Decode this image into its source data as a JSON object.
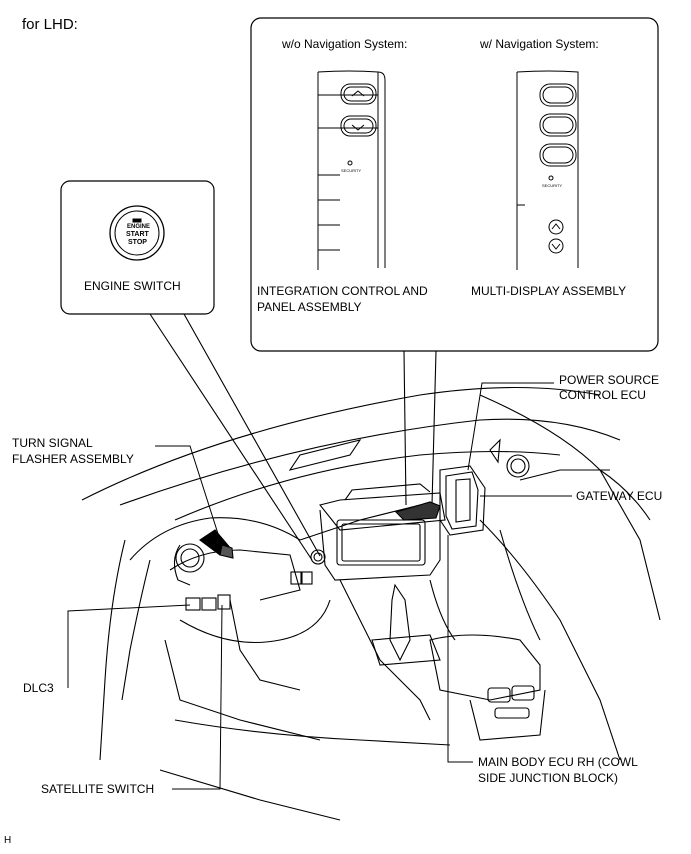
{
  "page_heading": "for LHD:",
  "callout_nav": {
    "without_nav_heading": "w/o Navigation System:",
    "with_nav_heading": "w/ Navigation System:",
    "left_label_line1": "INTEGRATION CONTROL AND",
    "left_label_line2": "PANEL ASSEMBLY",
    "right_label": "MULTI-DISPLAY ASSEMBLY",
    "security_text": "SECURITY"
  },
  "callout_engine": {
    "button_line1": "ENGINE",
    "button_line2": "START",
    "button_line3": "STOP",
    "label": "ENGINE SWITCH"
  },
  "labels": {
    "power_source_line1": "POWER SOURCE",
    "power_source_line2": "CONTROL ECU",
    "gateway_ecu": "GATEWAY ECU",
    "turn_signal_line1": "TURN SIGNAL",
    "turn_signal_line2": "FLASHER ASSEMBLY",
    "dlc3": "DLC3",
    "main_body_line1": "MAIN BODY ECU RH (COWL",
    "main_body_line2": "SIDE JUNCTION BLOCK)",
    "satellite_switch": "SATELLITE SWITCH"
  },
  "footer_code": "H"
}
